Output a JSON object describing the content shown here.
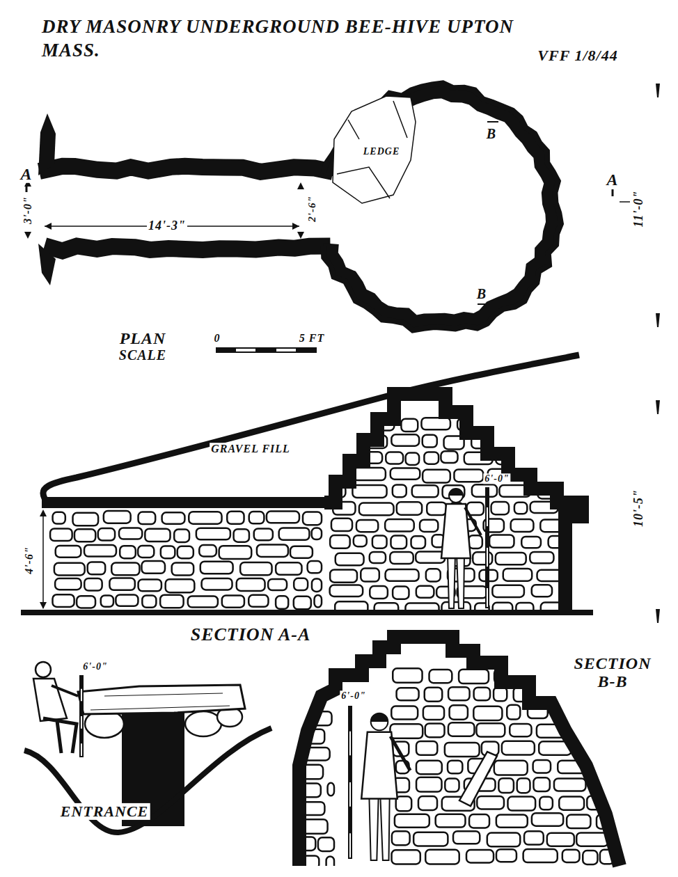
{
  "diagram": {
    "title": "DRY MASONRY UNDERGROUND BEE-HIVE UPTON MASS.",
    "labels": [
      "VFF 1/8/44",
      "A",
      "A",
      "B",
      "B",
      "3'-0\"",
      "2'-6\"",
      "14'-3\"",
      "LEDGE",
      "11'-0\"",
      "PLAN",
      "SCALE",
      "0",
      "5 FT",
      "GRAVEL FILL",
      "6'-0\"",
      "4'-6\"",
      "10'-5\"",
      "SECTION A-A",
      "6'-0\"",
      "ENTRANCE",
      "SECTION B-B",
      "6'-0\""
    ]
  }
}
